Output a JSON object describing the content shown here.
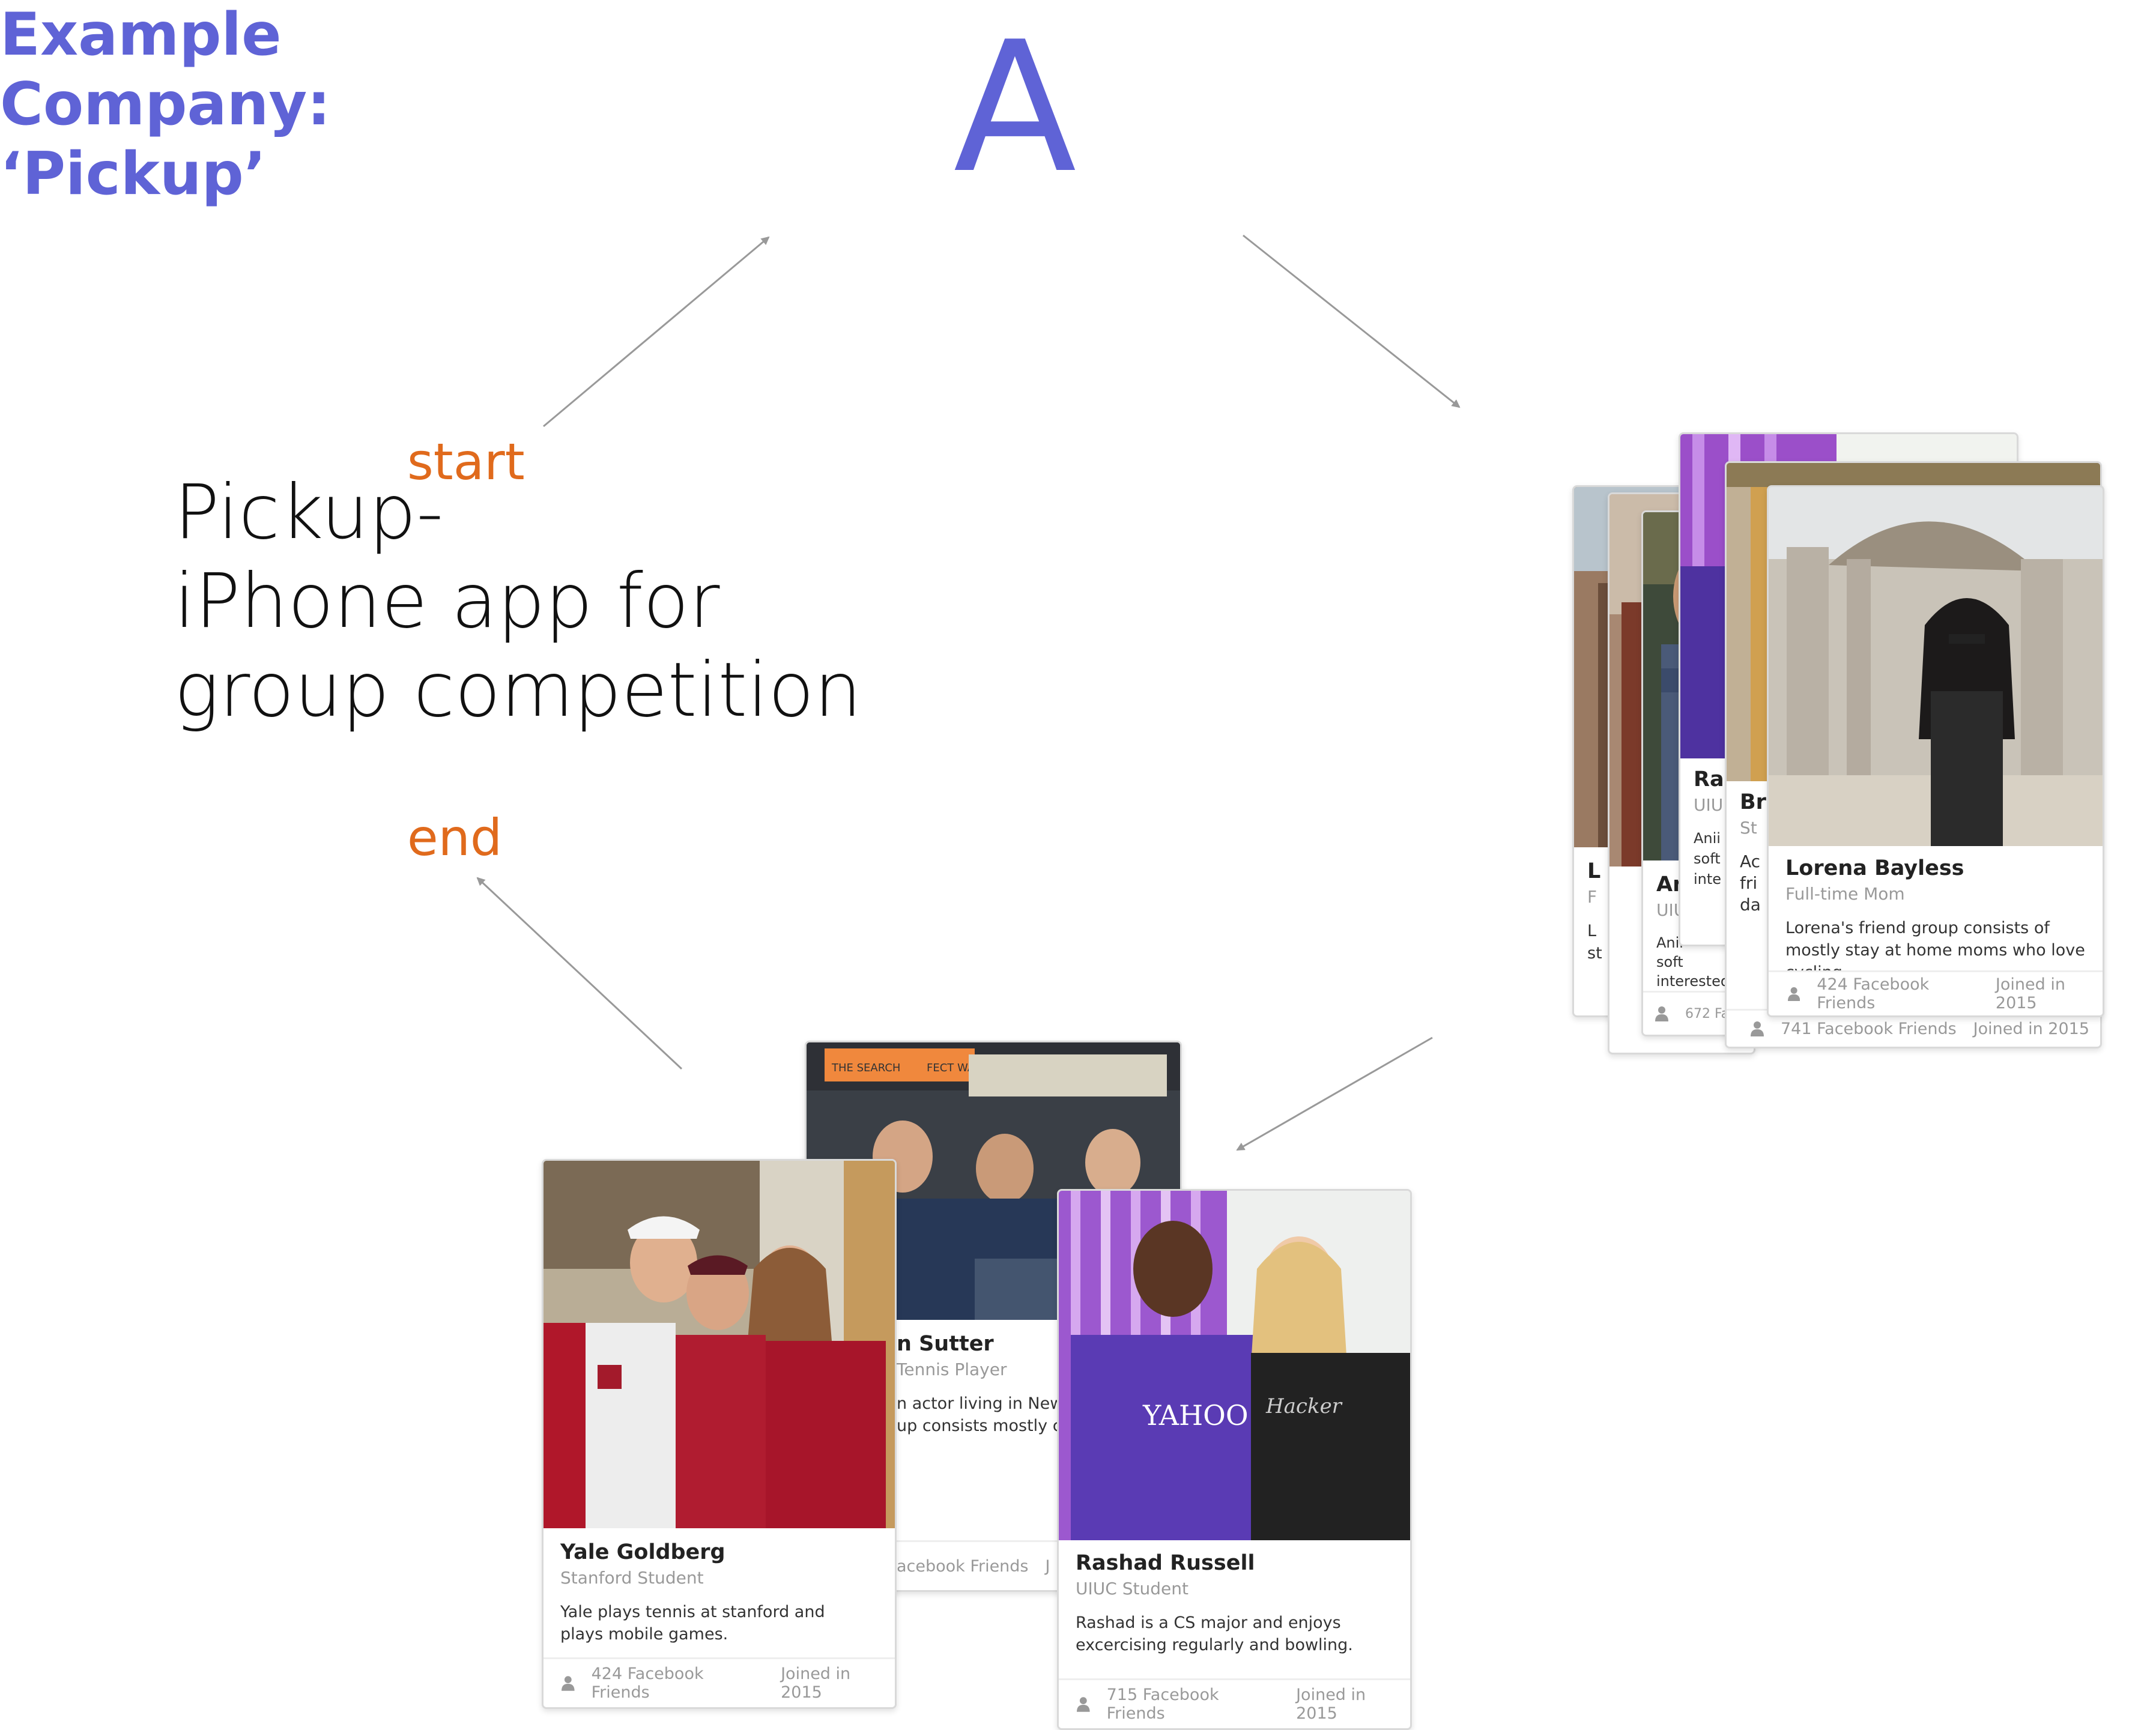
{
  "heading": {
    "text": "Example\nCompany:\n‘Pickup’"
  },
  "top_letter": "A",
  "app_description": "Pickup-\niPhone app for\ngroup competition",
  "flow": {
    "start_label": "start",
    "end_label": "end"
  },
  "colors": {
    "accent": "#5f63d6",
    "orange": "#e06a1c"
  },
  "cards_bottom": [
    {
      "name": "Yale Goldberg",
      "role": "Stanford Student",
      "desc": "Yale plays tennis at stanford and plays mobile games.",
      "friends": "424 Facebook Friends",
      "joined": "Joined in 2015"
    },
    {
      "name": "n Sutter",
      "role": "Tennis Player",
      "desc_line1": "n actor living in New",
      "desc_line2": "up consists mostly c",
      "friends": "acebook Friends",
      "joined": "J",
      "sign_text": "THE SEARCH",
      "sign_text2": "FECT WAVE"
    },
    {
      "name": "Rashad Russell",
      "role": "UIUC Student",
      "desc": "Rashad is a CS major and enjoys excercising regularly and bowling.",
      "friends": "715 Facebook Friends",
      "joined": "Joined in 2015",
      "shirt_text": "YAHOO!",
      "shirt_text2": "Hacker"
    }
  ],
  "cards_stack": [
    {
      "name": "L",
      "role": "F",
      "desc": "L",
      "desc2": "st"
    },
    {
      "name": "Ani",
      "role": "UIU",
      "desc": "Anir",
      "desc2": "soft",
      "desc3": "interested i",
      "friends": "672 Fac"
    },
    {
      "name": "Ra",
      "role": "UIU",
      "desc": "Anii",
      "desc2": "soft",
      "desc3": "inte"
    },
    {
      "name": "Br",
      "role": "St",
      "desc": "Ac",
      "desc2": "fri",
      "desc3": "da",
      "friends": "741 Facebook Friends",
      "joined": "Joined in 2015"
    },
    {
      "name": "Lorena Bayless",
      "role": "Full-time Mom",
      "desc": "Lorena's friend group consists of mostly stay at home moms who love cycling.",
      "friends": "424 Facebook Friends",
      "joined": "Joined in 2015"
    }
  ]
}
